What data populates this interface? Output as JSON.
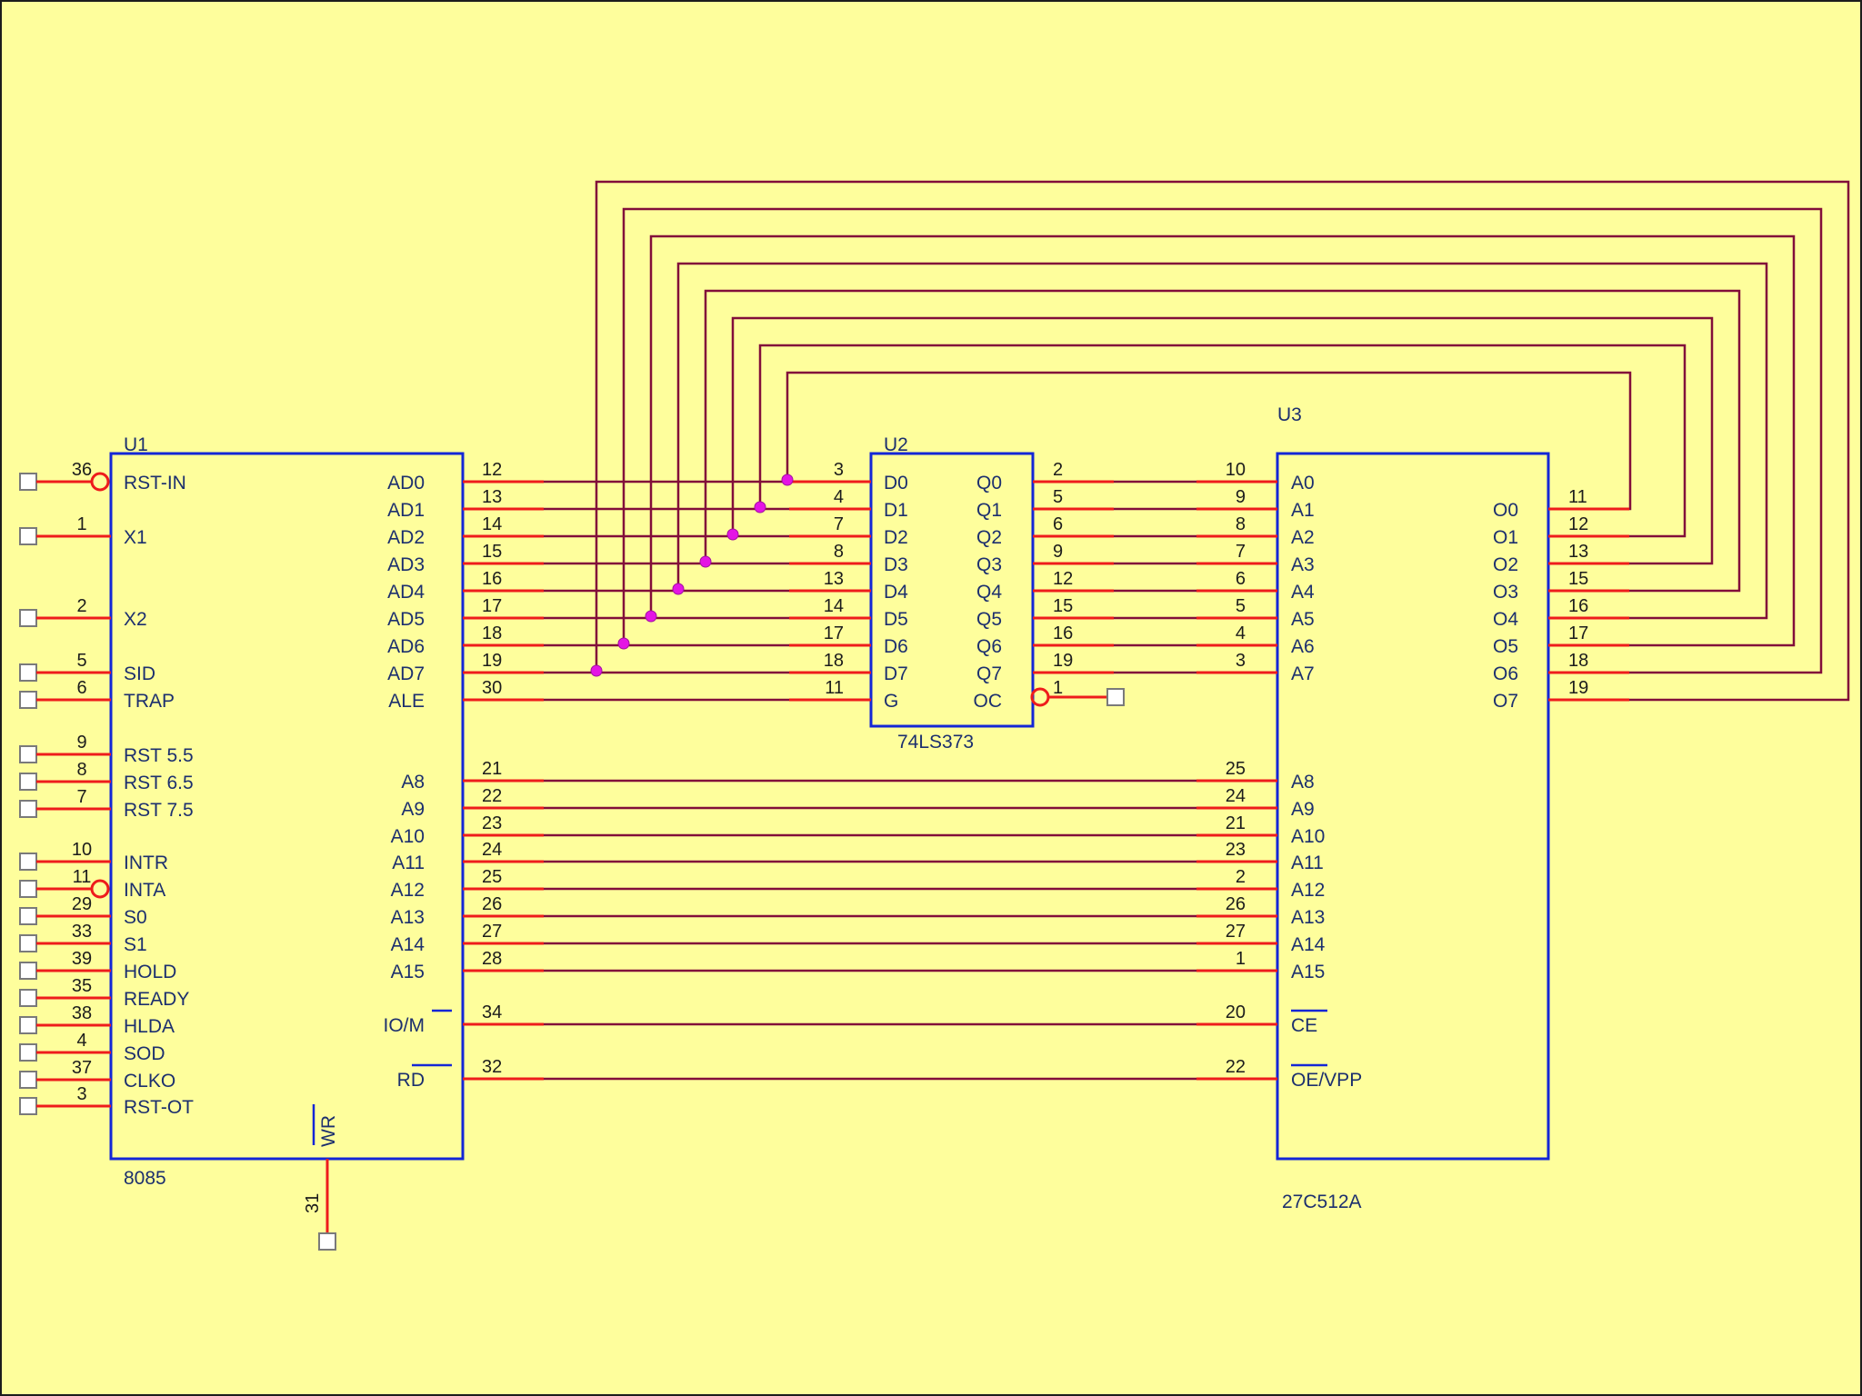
{
  "colors": {
    "background": "#fefe9c",
    "body": "#1426d6",
    "pin": "#ee1c1c",
    "wire": "#820e3a",
    "junction": "#e414e4",
    "text": "#1c2f6e",
    "pin_number": "#1c1c1c",
    "port_box": "#7a7a7a"
  },
  "u1": {
    "ref": "U1",
    "part": "8085",
    "left_pins": [
      {
        "name": "RST-IN",
        "num": "36",
        "inverted": true
      },
      {
        "name": "X1",
        "num": "1"
      },
      {
        "name": "X2",
        "num": "2"
      },
      {
        "name": "SID",
        "num": "5"
      },
      {
        "name": "TRAP",
        "num": "6"
      },
      {
        "name": "RST 5.5",
        "num": "9"
      },
      {
        "name": "RST 6.5",
        "num": "8"
      },
      {
        "name": "RST 7.5",
        "num": "7"
      },
      {
        "name": "INTR",
        "num": "10"
      },
      {
        "name": "INTA",
        "num": "11",
        "inverted": true
      },
      {
        "name": "S0",
        "num": "29"
      },
      {
        "name": "S1",
        "num": "33"
      },
      {
        "name": "HOLD",
        "num": "39"
      },
      {
        "name": "READY",
        "num": "35"
      },
      {
        "name": "HLDA",
        "num": "38"
      },
      {
        "name": "SOD",
        "num": "4"
      },
      {
        "name": "CLKO",
        "num": "37"
      },
      {
        "name": "RST-OT",
        "num": "3"
      }
    ],
    "right_pins": [
      {
        "name": "AD0",
        "num": "12"
      },
      {
        "name": "AD1",
        "num": "13"
      },
      {
        "name": "AD2",
        "num": "14"
      },
      {
        "name": "AD3",
        "num": "15"
      },
      {
        "name": "AD4",
        "num": "16"
      },
      {
        "name": "AD5",
        "num": "17"
      },
      {
        "name": "AD6",
        "num": "18"
      },
      {
        "name": "AD7",
        "num": "19"
      },
      {
        "name": "ALE",
        "num": "30"
      },
      {
        "name": "A8",
        "num": "21"
      },
      {
        "name": "A9",
        "num": "22"
      },
      {
        "name": "A10",
        "num": "23"
      },
      {
        "name": "A11",
        "num": "24"
      },
      {
        "name": "A12",
        "num": "25"
      },
      {
        "name": "A13",
        "num": "26"
      },
      {
        "name": "A14",
        "num": "27"
      },
      {
        "name": "A15",
        "num": "28"
      },
      {
        "name": "IO/M",
        "num": "34"
      },
      {
        "name": "RD",
        "num": "32"
      }
    ],
    "bottom_pin": {
      "name": "WR",
      "num": "31"
    }
  },
  "u2": {
    "ref": "U2",
    "part": "74LS373",
    "left_pins": [
      {
        "name": "D0",
        "num": "3"
      },
      {
        "name": "D1",
        "num": "4"
      },
      {
        "name": "D2",
        "num": "7"
      },
      {
        "name": "D3",
        "num": "8"
      },
      {
        "name": "D4",
        "num": "13"
      },
      {
        "name": "D5",
        "num": "14"
      },
      {
        "name": "D6",
        "num": "17"
      },
      {
        "name": "D7",
        "num": "18"
      },
      {
        "name": "G",
        "num": "11"
      }
    ],
    "right_pins": [
      {
        "name": "Q0",
        "num": "2"
      },
      {
        "name": "Q1",
        "num": "5"
      },
      {
        "name": "Q2",
        "num": "6"
      },
      {
        "name": "Q3",
        "num": "9"
      },
      {
        "name": "Q4",
        "num": "12"
      },
      {
        "name": "Q5",
        "num": "15"
      },
      {
        "name": "Q6",
        "num": "16"
      },
      {
        "name": "Q7",
        "num": "19"
      },
      {
        "name": "OC",
        "num": "1",
        "inverted": true
      }
    ]
  },
  "u3": {
    "ref": "U3",
    "part": "27C512A",
    "left_pins": [
      {
        "name": "A0",
        "num": "10"
      },
      {
        "name": "A1",
        "num": "9"
      },
      {
        "name": "A2",
        "num": "8"
      },
      {
        "name": "A3",
        "num": "7"
      },
      {
        "name": "A4",
        "num": "6"
      },
      {
        "name": "A5",
        "num": "5"
      },
      {
        "name": "A6",
        "num": "4"
      },
      {
        "name": "A7",
        "num": "3"
      },
      {
        "name": "A8",
        "num": "25"
      },
      {
        "name": "A9",
        "num": "24"
      },
      {
        "name": "A10",
        "num": "21"
      },
      {
        "name": "A11",
        "num": "23"
      },
      {
        "name": "A12",
        "num": "2"
      },
      {
        "name": "A13",
        "num": "26"
      },
      {
        "name": "A14",
        "num": "27"
      },
      {
        "name": "A15",
        "num": "1"
      },
      {
        "name": "CE",
        "num": "20"
      },
      {
        "name": "OE/VPP",
        "num": "22"
      }
    ],
    "right_pins": [
      {
        "name": "O0",
        "num": "11"
      },
      {
        "name": "O1",
        "num": "12"
      },
      {
        "name": "O2",
        "num": "13"
      },
      {
        "name": "O3",
        "num": "15"
      },
      {
        "name": "O4",
        "num": "16"
      },
      {
        "name": "O5",
        "num": "17"
      },
      {
        "name": "O6",
        "num": "18"
      },
      {
        "name": "O7",
        "num": "19"
      }
    ]
  }
}
